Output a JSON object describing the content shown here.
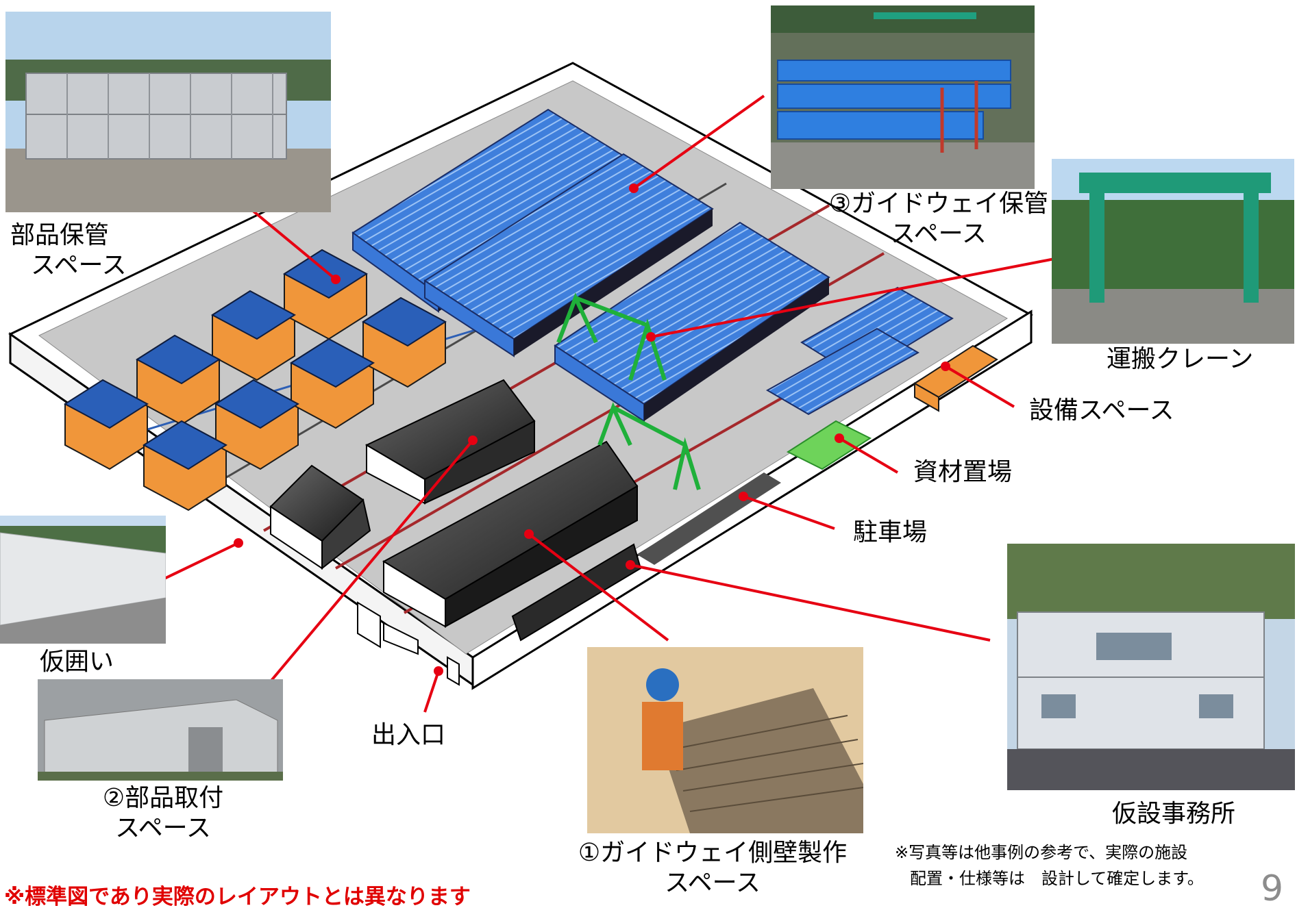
{
  "labels": {
    "parts_storage": [
      "部品保管",
      "スペース"
    ],
    "guideway_storage": [
      "③ガイドウェイ保管",
      "スペース"
    ],
    "crane": "運搬クレーン",
    "equipment": "設備スペース",
    "materials": "資材置場",
    "parking": "駐車場",
    "fence": "仮囲い",
    "entrance": "出入口",
    "parts_mounting": [
      "②部品取付",
      "スペース"
    ],
    "sidewall": [
      "①ガイドウェイ側壁製作",
      "スペース"
    ],
    "office": "仮設事務所"
  },
  "notes": {
    "standard": "※標準図であり実際のレイアウトとは異なります",
    "photo_line1": "※写真等は他事例の参考で、実際の施設",
    "photo_line2": "配置・仕様等は　設計して確定します。",
    "page": "9"
  },
  "colors": {
    "leader": "#e60012",
    "accent_blue": "#3a78d8",
    "accent_orange": "#f0963a",
    "crane_green": "#1fb03a",
    "rail": "#a5282b"
  }
}
